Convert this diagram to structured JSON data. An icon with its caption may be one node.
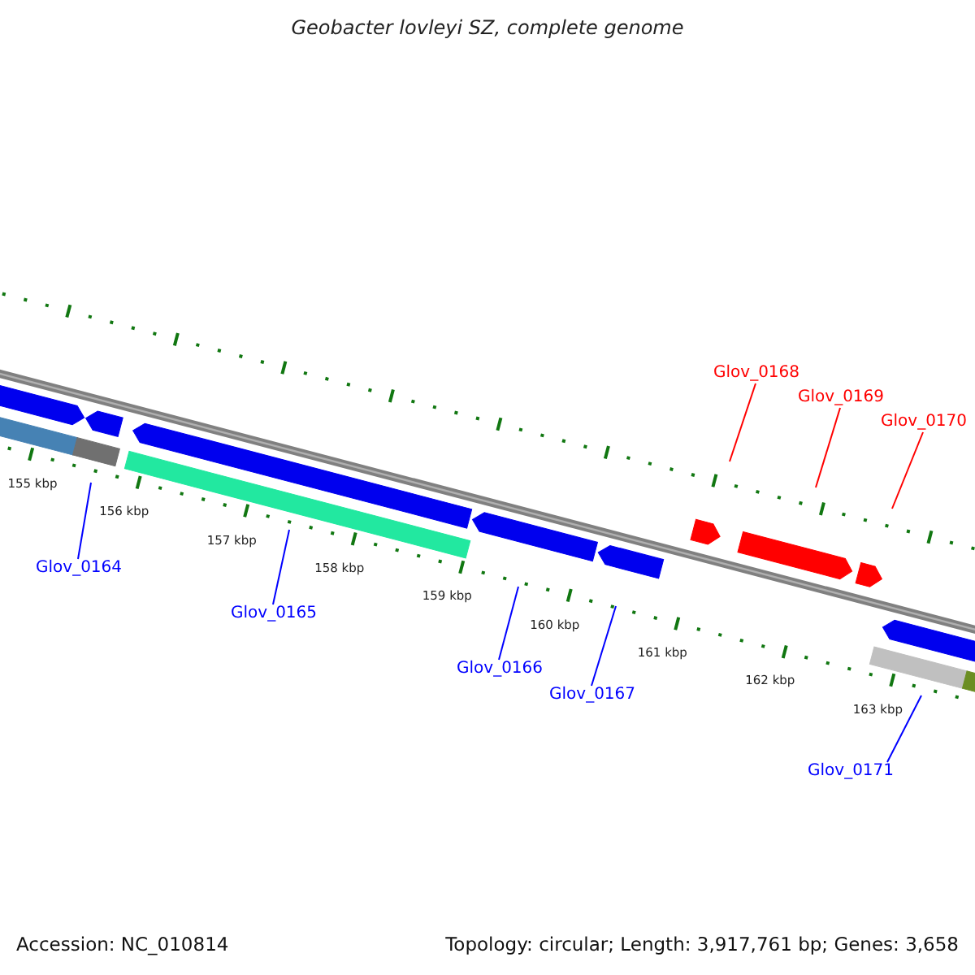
{
  "diagram": {
    "title": "Geobacter lovleyi SZ, complete genome",
    "nodes": [
      {
        "text": [
          "Glov_0164"
        ]
      },
      {
        "text": [
          "Glov_0165"
        ]
      },
      {
        "text": [
          "Glov_0166"
        ]
      },
      {
        "text": [
          "Glov_0167"
        ]
      },
      {
        "text": [
          "Glov_0168"
        ]
      },
      {
        "text": [
          "Glov_0169"
        ]
      },
      {
        "text": [
          "Glov_0170"
        ]
      },
      {
        "text": [
          "Glov_0171"
        ]
      }
    ],
    "edges": [
      {
        "from": 0,
        "to": null,
        "arrow": "none"
      },
      {
        "from": 1,
        "to": null,
        "arrow": "none"
      },
      {
        "from": 2,
        "to": null,
        "arrow": "none"
      },
      {
        "from": 3,
        "to": null,
        "arrow": "none"
      },
      {
        "from": 4,
        "to": null,
        "arrow": "none",
        "color": "#ff0000"
      },
      {
        "from": 5,
        "to": null,
        "arrow": "none",
        "color": "#ff0000"
      },
      {
        "from": 6,
        "to": null,
        "arrow": "none",
        "color": "#ff0000"
      },
      {
        "from": 7,
        "to": null,
        "arrow": "none"
      }
    ],
    "labels": [
      "155 kbp",
      "156 kbp",
      "157 kbp",
      "158 kbp",
      "159 kbp",
      "160 kbp",
      "161 kbp",
      "162 kbp",
      "163 kbp",
      "Accession: NC_010814",
      "Topology: circular; Length: 3,917,761 bp; Genes: 3,658"
    ]
  }
}
